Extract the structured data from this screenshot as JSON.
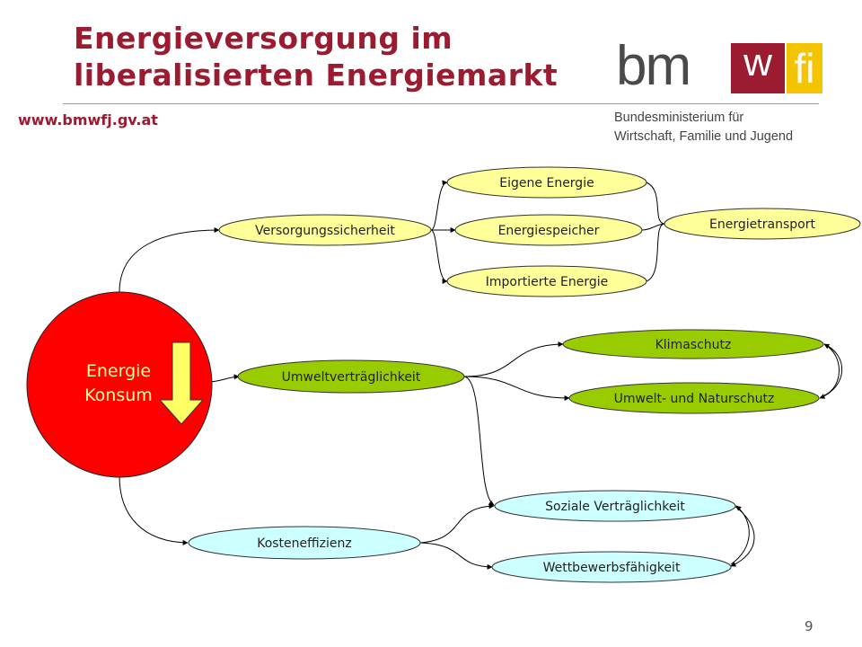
{
  "header": {
    "title_line1": "Energieversorgung im",
    "title_line2": "liberalisierten Energiemarkt",
    "url": "www.bmwfj.gv.at"
  },
  "logo": {
    "bm": "bm",
    "w": "w",
    "fi": "fi",
    "ministry_line1": "Bundesministerium für",
    "ministry_line2": "Wirtschaft, Familie und Jugend",
    "colors": {
      "red": "#9b1b30",
      "yellow": "#f5c400",
      "grey": "#4a4a4a"
    }
  },
  "diagram": {
    "center": {
      "line1": "Energie",
      "line2": "Konsum",
      "color": "#ff0000"
    },
    "nodes": {
      "versorgung": "Versorgungssicherheit",
      "eigene": "Eigene Energie",
      "speicher": "Energiespeicher",
      "import": "Importierte Energie",
      "transport": "Energietransport",
      "umwelt": "Umweltverträglichkeit",
      "klima": "Klimaschutz",
      "natur": "Umwelt- und Naturschutz",
      "kosten": "Kosteneffizienz",
      "sozial": "Soziale Verträglichkeit",
      "wettbewerb": "Wettbewerbsfähigkeit"
    },
    "colors": {
      "yellow_fill": "#ffff99",
      "green_fill": "#99cc00",
      "blue_fill": "#ccffff",
      "arrow_fill": "#ffff66"
    }
  },
  "footer": {
    "page_number": "9"
  }
}
